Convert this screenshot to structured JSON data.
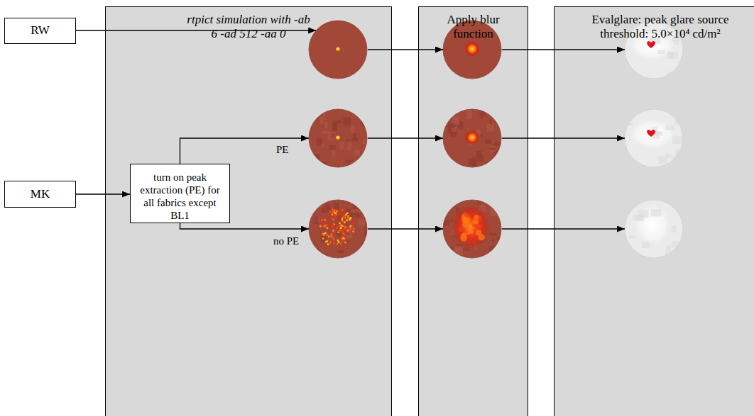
{
  "diagram": {
    "nodes": [
      {
        "text": [
          "rtpict simulation with -ab 6 -ad 512 -aa 0"
        ]
      },
      {
        "text": [
          "Apply blur function"
        ]
      },
      {
        "text": [
          "Evalglare: peak glare source threshold: 5.0×10⁴ cd/m²"
        ]
      },
      {
        "text": [
          "RW"
        ]
      },
      {
        "text": [
          "MK"
        ]
      },
      {
        "text": [
          "turn on peak extraction (PE) for all fabrics except BL1"
        ],
        "in": 0
      }
    ],
    "edges": [
      {
        "from": 4,
        "to": 5,
        "arrow": "to"
      }
    ],
    "labels": [
      "PE",
      "no PE"
    ]
  }
}
